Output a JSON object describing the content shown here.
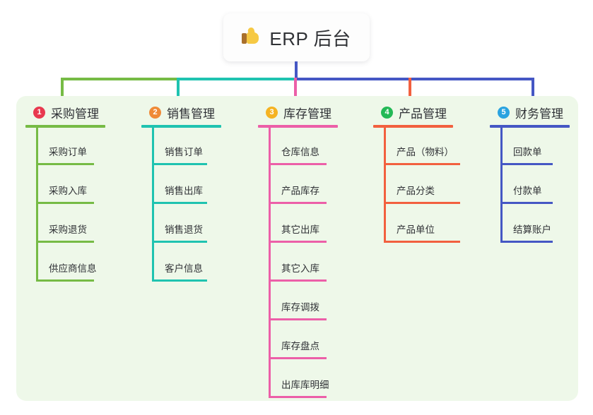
{
  "diagram": {
    "type": "mindmap-tree",
    "root": {
      "icon": "thumbs-up-icon",
      "emoji": "👍",
      "title": "ERP 后台"
    },
    "panel_color": "#eef8e9",
    "branches": [
      {
        "number": "1",
        "title": "采购管理",
        "badge_color": "#e8394f",
        "line_color": "#76bb45",
        "children": [
          "采购订单",
          "采购入库",
          "采购退货",
          "供应商信息"
        ]
      },
      {
        "number": "2",
        "title": "销售管理",
        "badge_color": "#ef8a37",
        "line_color": "#1fc3b0",
        "children": [
          "销售订单",
          "销售出库",
          "销售退货",
          "客户信息"
        ]
      },
      {
        "number": "3",
        "title": "库存管理",
        "badge_color": "#f5b322",
        "line_color": "#ec5fa8",
        "children": [
          "仓库信息",
          "产品库存",
          "其它出库",
          "其它入库",
          "库存调拨",
          "库存盘点",
          "出库库明细"
        ]
      },
      {
        "number": "4",
        "title": "产品管理",
        "badge_color": "#23b956",
        "line_color": "#f2603f",
        "children": [
          "产品（物料）",
          "产品分类",
          "产品单位"
        ]
      },
      {
        "number": "5",
        "title": "财务管理",
        "badge_color": "#2aa3e0",
        "line_color": "#4557c4",
        "children": [
          "回款单",
          "付款单",
          "结算账户"
        ]
      }
    ],
    "connector": {
      "stem_color": "#4557c4",
      "bar_segments": [
        {
          "color": "#76bb45"
        },
        {
          "color": "#1fc3b0"
        },
        {
          "color": "#4557c4"
        }
      ]
    }
  }
}
